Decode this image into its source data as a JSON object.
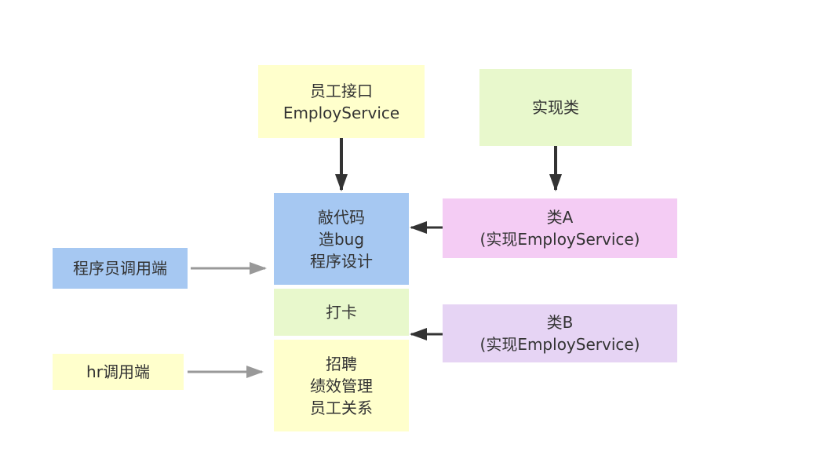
{
  "colors": {
    "yellow": "#FFFFCC",
    "green": "#E8F8CC",
    "blue": "#A6C8F2",
    "pink": "#F4CCF4",
    "lavender": "#E6D4F4",
    "darkArrow": "#333333",
    "grayArrow": "#999999"
  },
  "nodes": {
    "employee_interface": {
      "lines": [
        "员工接口",
        "EmployService"
      ]
    },
    "impl_class": {
      "lines": [
        "实现类"
      ]
    },
    "coding": {
      "lines": [
        "敲代码",
        "造bug",
        "程序设计"
      ]
    },
    "class_a": {
      "lines": [
        "类A",
        "(实现EmployService)"
      ]
    },
    "programmer_client": {
      "lines": [
        "程序员调用端"
      ]
    },
    "clock_in": {
      "lines": [
        "打卡"
      ]
    },
    "class_b": {
      "lines": [
        "类B",
        "(实现EmployService)"
      ]
    },
    "hr_client": {
      "lines": [
        "hr调用端"
      ]
    },
    "hr_tasks": {
      "lines": [
        "招聘",
        "绩效管理",
        "员工关系"
      ]
    }
  }
}
